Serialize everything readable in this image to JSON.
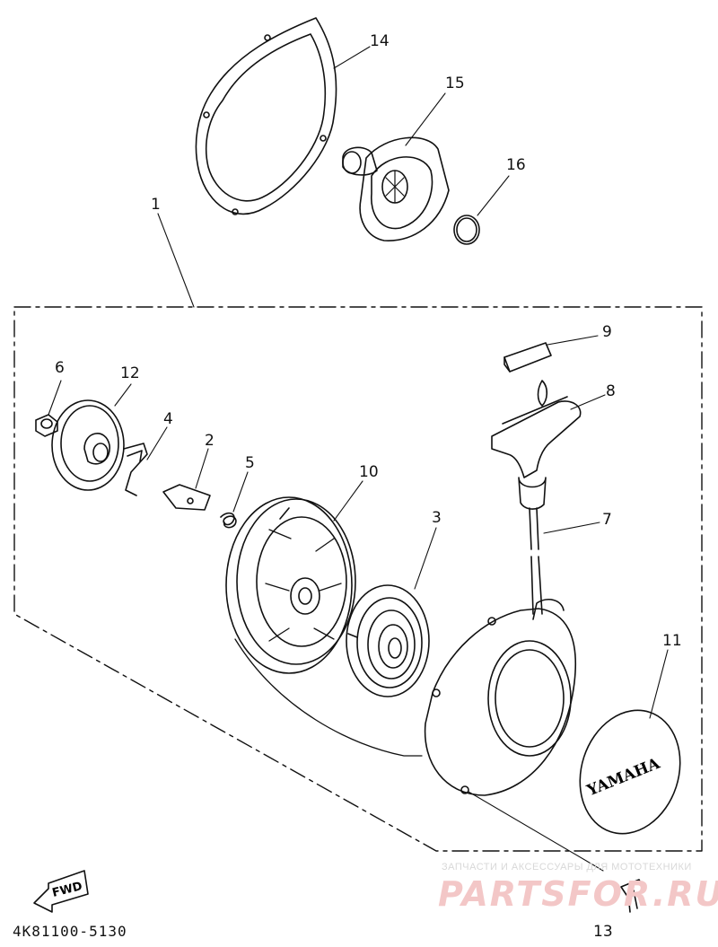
{
  "labels": [
    {
      "num": "1"
    },
    {
      "num": "2"
    },
    {
      "num": "3"
    },
    {
      "num": "4"
    },
    {
      "num": "5"
    },
    {
      "num": "6"
    },
    {
      "num": "7"
    },
    {
      "num": "8"
    },
    {
      "num": "9"
    },
    {
      "num": "10"
    },
    {
      "num": "11"
    },
    {
      "num": "12"
    },
    {
      "num": "13"
    },
    {
      "num": "14"
    },
    {
      "num": "15"
    },
    {
      "num": "16"
    }
  ],
  "fwd_label": "FWD",
  "cap_brand": "YAMAHA",
  "diagram_code": "4K81100-5130",
  "watermark": {
    "top_text": "ЗАПЧАСТИ И АКСЕССУАРЫ ДЛЯ МОТОТЕХНИКИ",
    "logo_text": "PARTSFOR.RU"
  }
}
